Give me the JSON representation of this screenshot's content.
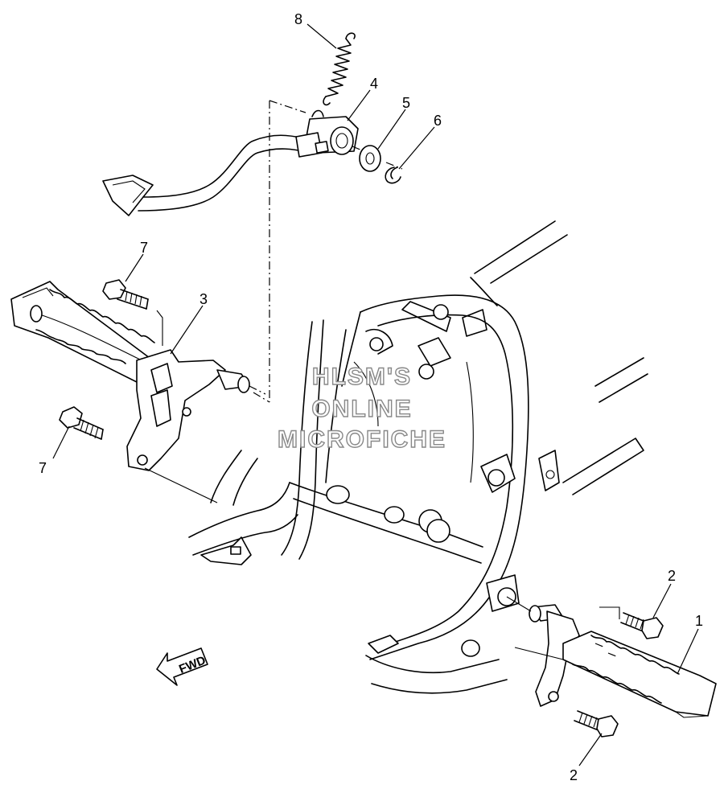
{
  "callouts": [
    {
      "id": "callout-8",
      "label": "8"
    },
    {
      "id": "callout-4",
      "label": "4"
    },
    {
      "id": "callout-5",
      "label": "5"
    },
    {
      "id": "callout-6",
      "label": "6"
    },
    {
      "id": "callout-7-top",
      "label": "7"
    },
    {
      "id": "callout-3",
      "label": "3"
    },
    {
      "id": "callout-7-bottom",
      "label": "7"
    },
    {
      "id": "callout-2-top",
      "label": "2"
    },
    {
      "id": "callout-1",
      "label": "1"
    },
    {
      "id": "callout-2-bottom",
      "label": "2"
    }
  ],
  "watermark": {
    "line1": "HLSM'S",
    "line2": "ONLINE",
    "line3": "MICROFICHE"
  },
  "direction_marker": {
    "label": "FWD"
  }
}
